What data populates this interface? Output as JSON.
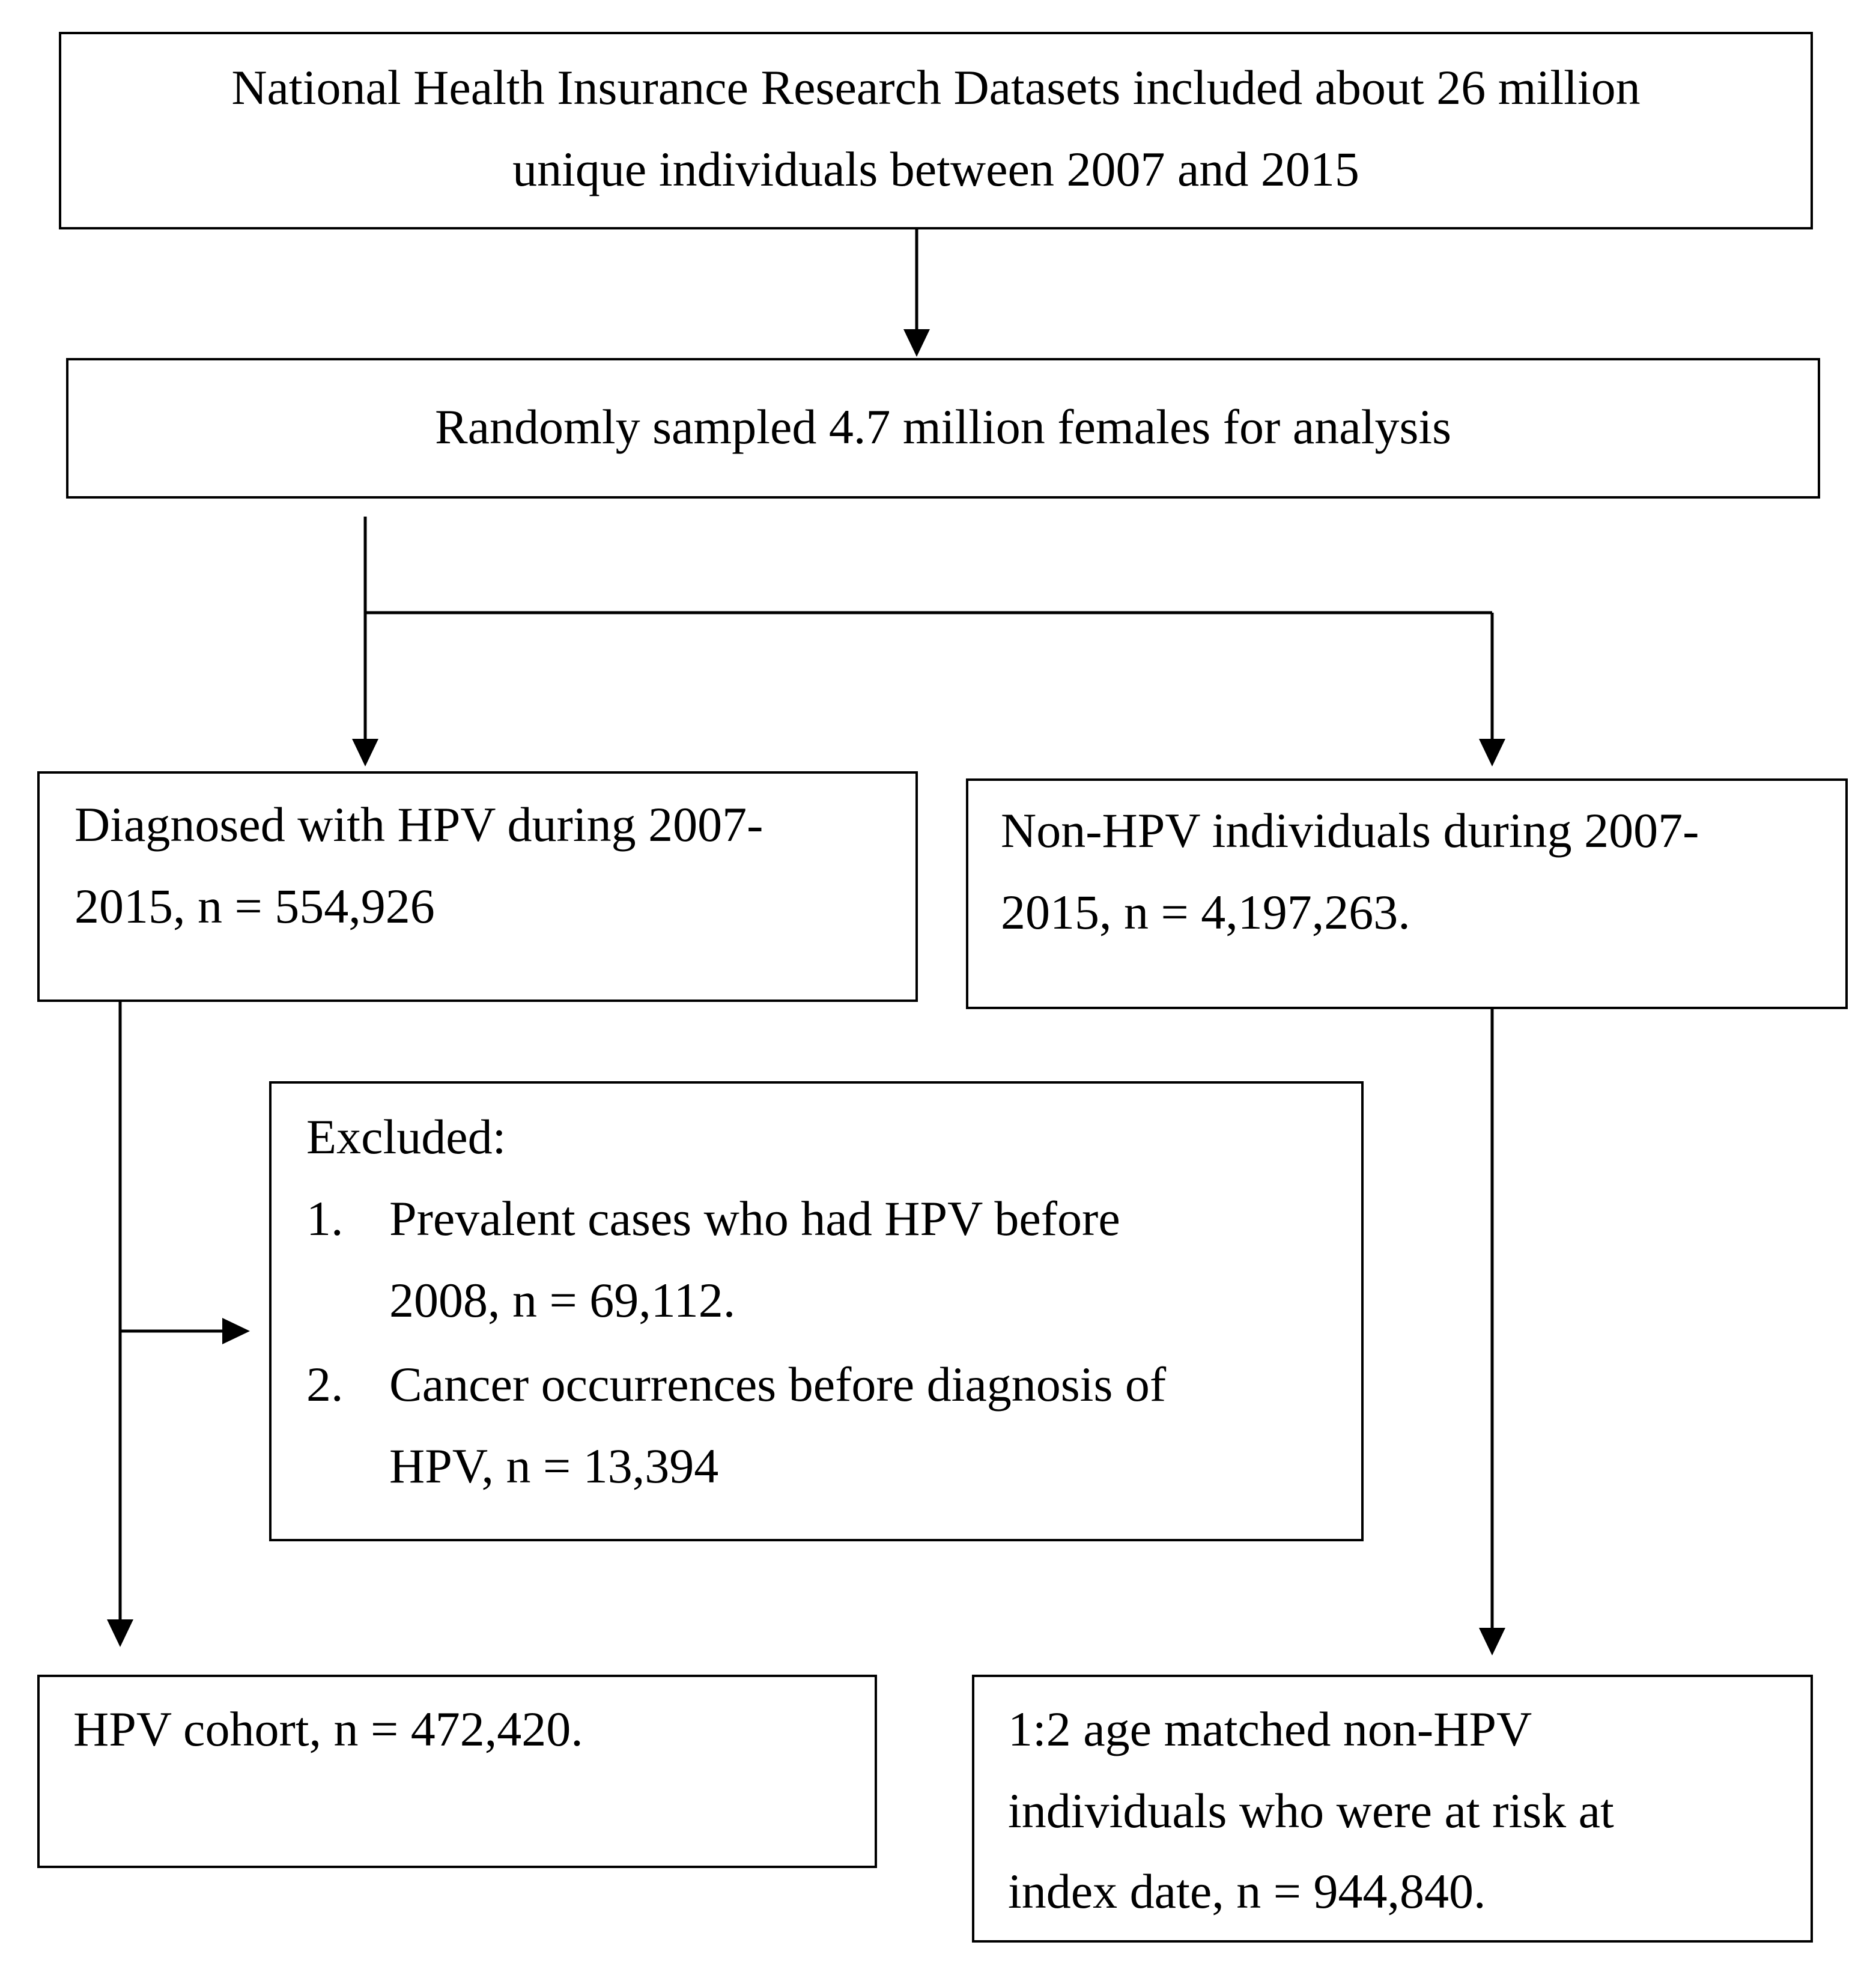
{
  "boxes": {
    "source": {
      "line1": "National Health Insurance Research Datasets included about 26 million",
      "line2": "unique individuals between 2007 and 2015"
    },
    "sample": {
      "line1": "Randomly sampled 4.7 million females for analysis"
    },
    "hpv_diagnosed": {
      "line1": "Diagnosed with HPV during 2007-",
      "line2": "2015, n = 554,926"
    },
    "non_hpv": {
      "line1": "Non-HPV individuals during 2007-",
      "line2": "2015, n = 4,197,263."
    },
    "excluded": {
      "heading": "Excluded:",
      "items": [
        {
          "number": "1.",
          "line1": "Prevalent cases who had HPV before",
          "line2": "2008, n = 69,112."
        },
        {
          "number": "2.",
          "line1": "Cancer occurrences before diagnosis of",
          "line2": "HPV, n = 13,394"
        }
      ]
    },
    "hpv_cohort": {
      "line1": "HPV cohort, n = 472,420."
    },
    "matched": {
      "line1": "1:2 age matched non-HPV",
      "line2": "individuals who were at risk at",
      "line3": "index date, n = 944,840."
    }
  }
}
